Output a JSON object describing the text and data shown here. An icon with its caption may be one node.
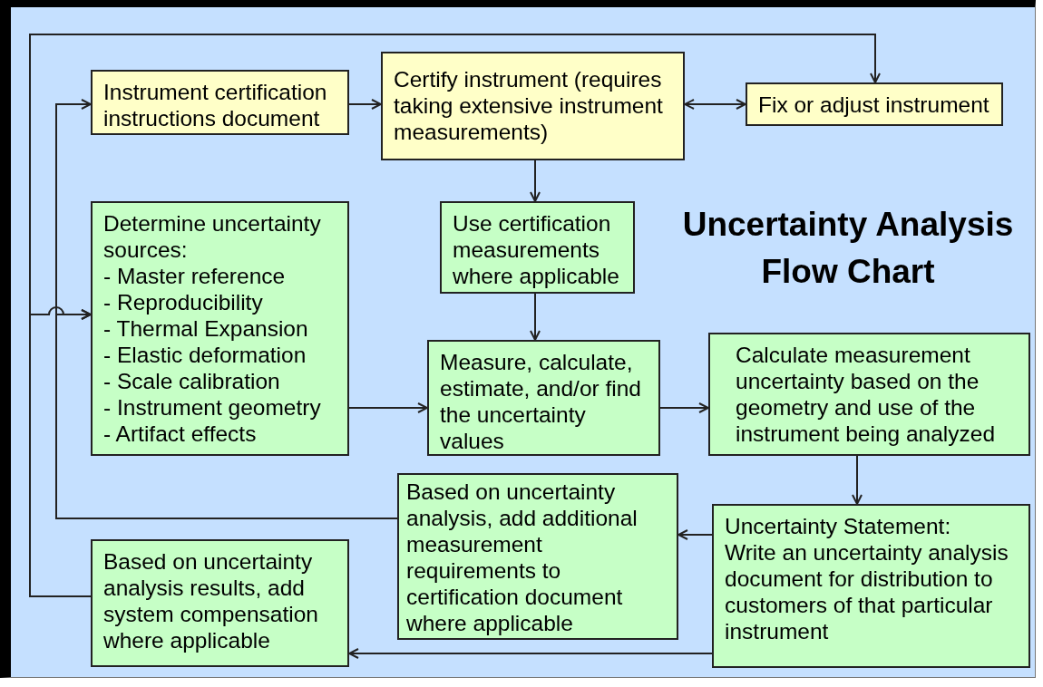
{
  "diagram": {
    "title": "Uncertainty Analysis Flow Chart",
    "nodes": [
      {
        "text": [
          "Instrument certification instructions document"
        ]
      },
      {
        "text": [
          "Certify instrument (requires taking extensive instrument measurements)"
        ]
      },
      {
        "text": [
          "Fix or adjust instrument"
        ]
      },
      {
        "text": [
          "Determine uncertainty sources:",
          "- Master reference",
          "- Reproducibility",
          "- Thermal Expansion",
          "- Elastic deformation",
          "- Scale calibration",
          "- Instrument geometry",
          "- Artifact effects"
        ]
      },
      {
        "text": [
          "Use certification measurements where applicable"
        ]
      },
      {
        "text": [
          "Measure, calculate, estimate, and/or find the uncertainty values"
        ]
      },
      {
        "text": [
          "Calculate measurement uncertainty based on the geometry and use of the instrument being analyzed"
        ]
      },
      {
        "text": [
          "Based on uncertainty analysis, add additional measurement requirements to certification document where applicable"
        ]
      },
      {
        "text": [
          "Uncertainty Statement:",
          "Write an uncertainty analysis document for distribution to customers of that particular instrument"
        ]
      },
      {
        "text": [
          "Based on uncertainty analysis results, add system compensation where applicable"
        ]
      }
    ],
    "edges": [
      {
        "from": 0,
        "to": 1,
        "arrow": "to"
      },
      {
        "from": 1,
        "to": 2,
        "arrow": "both"
      },
      {
        "from": 1,
        "to": 4,
        "arrow": "to"
      },
      {
        "from": 4,
        "to": 5,
        "arrow": "to"
      },
      {
        "from": 3,
        "to": 5,
        "arrow": "to"
      },
      {
        "from": 5,
        "to": 6,
        "arrow": "to"
      },
      {
        "from": 6,
        "to": 8,
        "arrow": "to"
      },
      {
        "from": 8,
        "to": 7,
        "arrow": "to"
      },
      {
        "from": 8,
        "to": 9,
        "arrow": "to"
      },
      {
        "from": 7,
        "to": 0,
        "arrow": "to"
      },
      {
        "from": 7,
        "to": 3,
        "arrow": "to"
      },
      {
        "from": 9,
        "to": 2,
        "arrow": "to"
      },
      {
        "from": 9,
        "to": 3,
        "arrow": "to"
      }
    ]
  }
}
